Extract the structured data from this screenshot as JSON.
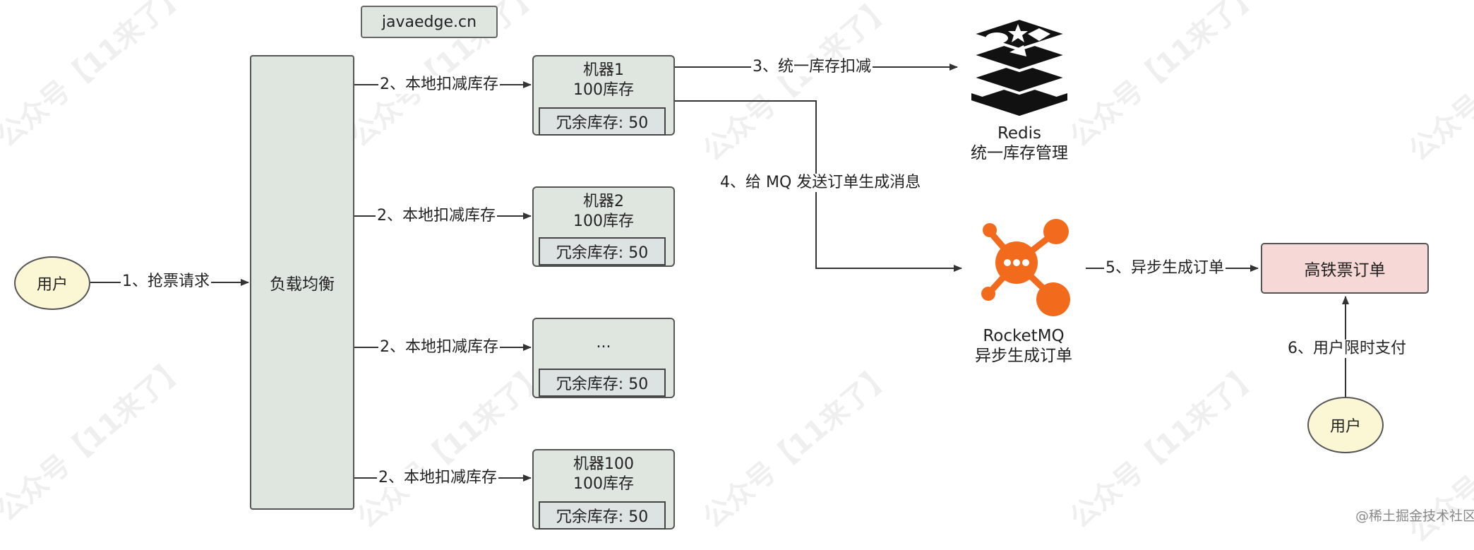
{
  "site_label": "javaedge.cn",
  "user_left": "用户",
  "step1": "1、抢票请求",
  "load_balancer": "负载均衡",
  "step2": "2、本地扣减库存",
  "machines": [
    {
      "name": "机器1",
      "stock": "100库存",
      "redundant": "冗余库存: 50"
    },
    {
      "name": "机器2",
      "stock": "100库存",
      "redundant": "冗余库存: 50"
    },
    {
      "name": "...",
      "stock": "",
      "redundant": "冗余库存: 50"
    },
    {
      "name": "机器100",
      "stock": "100库存",
      "redundant": "冗余库存: 50"
    }
  ],
  "step3": "3、统一库存扣减",
  "redis": {
    "name": "Redis",
    "desc": "统一库存管理"
  },
  "step4": "4、给 MQ 发送订单生成消息",
  "rocketmq": {
    "name": "RocketMQ",
    "desc": "异步生成订单"
  },
  "step5": "5、异步生成订单",
  "order_box": "高铁票订单",
  "step6": "6、用户限时支付",
  "user_right": "用户",
  "watermark": "公众号【11来了】",
  "footer_credit": "@稀土掘金技术社区",
  "colors": {
    "machine_fill": "#dfe6df",
    "user_fill": "#fbf7d5",
    "order_fill": "#f6d9d6",
    "mq_orange": "#f26b1d"
  }
}
